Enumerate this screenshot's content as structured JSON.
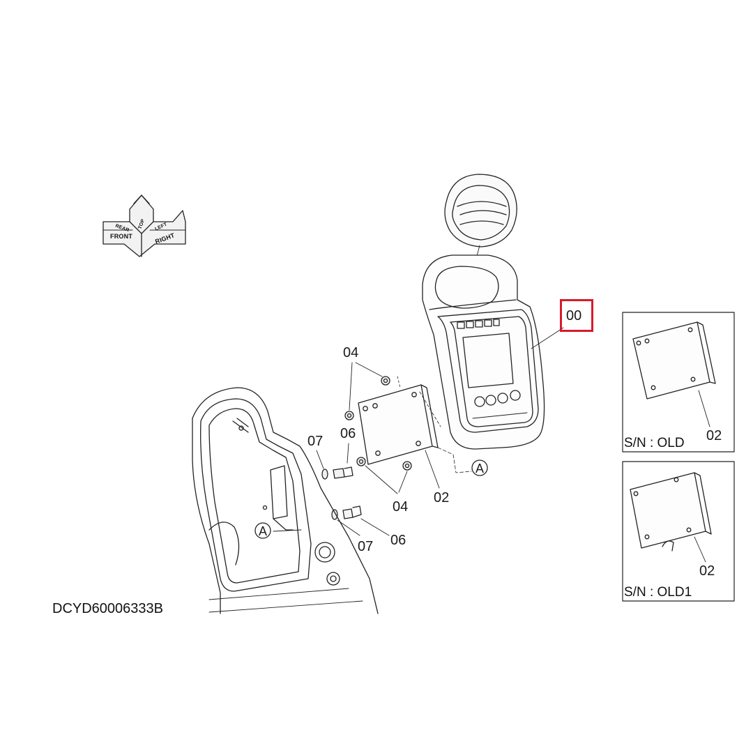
{
  "diagram": {
    "document_code": "DCYD60006333B",
    "orientation": {
      "front": "FRONT",
      "right": "RIGHT",
      "top": "TOP",
      "rear": "REAR",
      "left": "LEFT"
    },
    "callouts": {
      "assembly": "00",
      "plate_main": "02",
      "nut_upper": "04",
      "nut_lower": "04",
      "bolt_upper": "06",
      "bolt_lower": "06",
      "washer_upper": "07",
      "washer_lower": "07",
      "ref_console": "A",
      "ref_frame": "A"
    },
    "insets": [
      {
        "serial_label": "S/N : OLD",
        "part_label": "02"
      },
      {
        "serial_label": "S/N : OLD1",
        "part_label": "02"
      }
    ],
    "highlight_color": "#d71a2b"
  }
}
